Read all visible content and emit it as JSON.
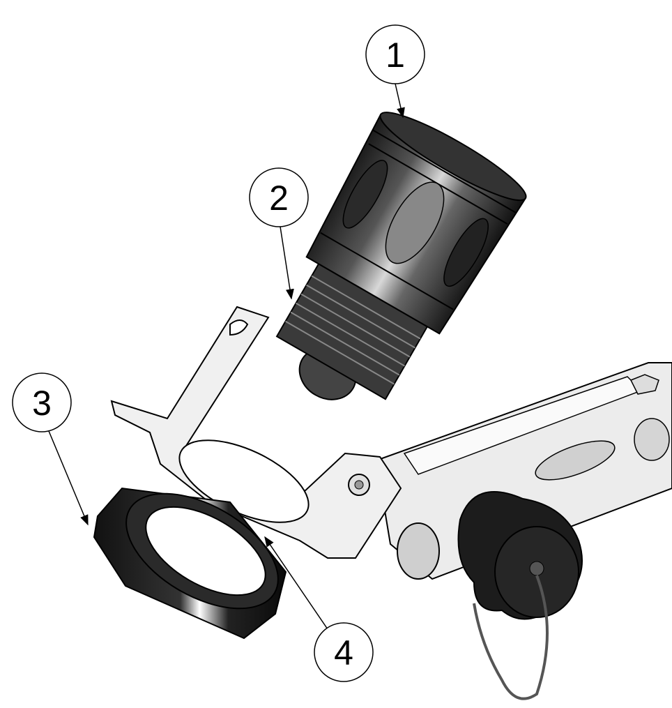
{
  "diagram": {
    "callouts": [
      {
        "label": "1",
        "part": "lamp-head"
      },
      {
        "label": "2",
        "part": "threaded-neck"
      },
      {
        "label": "3",
        "part": "hex-nut"
      },
      {
        "label": "4",
        "part": "mounting-bracket"
      }
    ],
    "colors": {
      "line": "#000000",
      "lamp_dark": "#2a2a2a",
      "lamp_mid": "#7a7a7a",
      "metal_light": "#e6e6e6",
      "nut": "#1e1e1e"
    }
  }
}
